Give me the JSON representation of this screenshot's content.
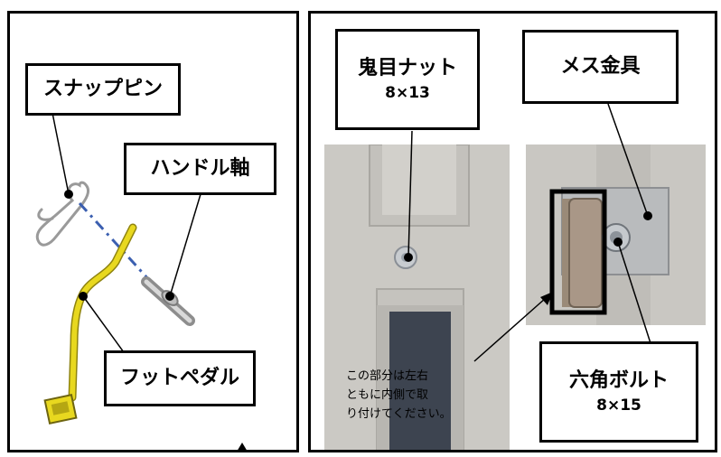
{
  "left_panel": {
    "labels": {
      "snap_pin": "スナップピン",
      "handle_shaft": "ハンドル軸",
      "foot_pedal": "フットペダル"
    }
  },
  "right_panel": {
    "labels": {
      "oni_nut": {
        "title": "鬼目ナット",
        "size": "8×13"
      },
      "female_fitting": {
        "title": "メス金具"
      },
      "hex_bolt": {
        "title": "六角ボルト",
        "size": "8×15"
      }
    },
    "note_lines": [
      "この部分は左右",
      "ともに内側で取",
      "り付けてください。"
    ]
  },
  "colors": {
    "pedal_yellow": "#e8d81f",
    "dash_line_blue": "#3b5fb0",
    "wall_gray": "#c9c7c2",
    "metal_plate": "#b9bbbd"
  }
}
